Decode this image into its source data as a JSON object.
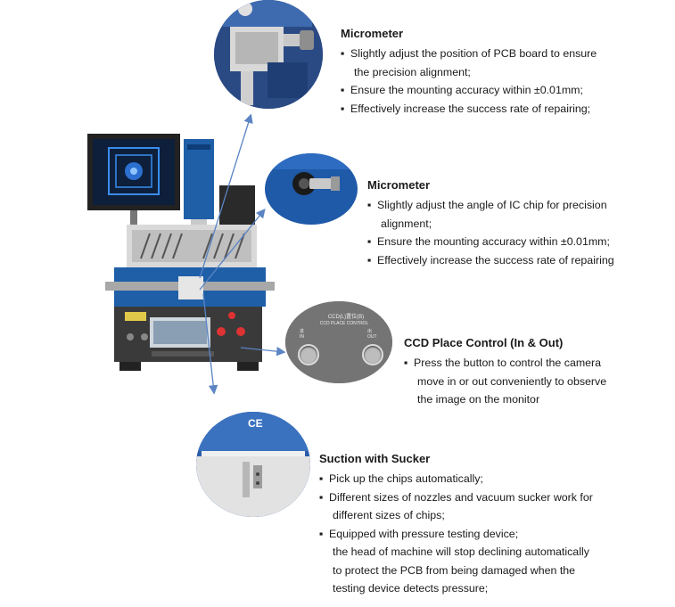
{
  "sections": [
    {
      "title": "Micrometer",
      "items": [
        {
          "bullet": "▪",
          "lines": [
            "Slightly adjust the position of PCB board to ensure",
            "the precision alignment;"
          ]
        },
        {
          "bullet": "▪",
          "lines": [
            "Ensure the mounting accuracy within  ±0.01mm;"
          ]
        },
        {
          "bullet": "▪",
          "lines": [
            "Effectively increase the success rate of repairing;"
          ]
        }
      ]
    },
    {
      "title": "Micrometer",
      "items": [
        {
          "bullet": "▪",
          "lines": [
            "Slightly adjust the angle of IC chip for precision",
            "alignment;"
          ]
        },
        {
          "bullet": "▪",
          "lines": [
            "Ensure the mounting accuracy within  ±0.01mm;"
          ]
        },
        {
          "bullet": "▪",
          "lines": [
            "Effectively increase the success rate of repairing"
          ]
        }
      ]
    },
    {
      "title": "CCD Place Control (In & Out)",
      "items": [
        {
          "bullet": "▪",
          "lines": [
            "Press the button to control the camera",
            "move in or out conveniently to observe",
            "the image on the monitor"
          ]
        }
      ]
    },
    {
      "title": "Suction with Sucker",
      "items": [
        {
          "bullet": "▪",
          "lines": [
            "Pick up the chips automatically;"
          ]
        },
        {
          "bullet": "▪",
          "lines": [
            "Different sizes of nozzles and vacuum sucker work for",
            "different sizes of chips;"
          ]
        },
        {
          "bullet": "▪",
          "lines": [
            "Equipped with pressure testing device;"
          ]
        },
        {
          "bullet": "",
          "lines": [
            "the head of machine will stop declining automatically",
            "to protect the PCB from being damaged when the",
            "testing device detects pressure;"
          ]
        }
      ]
    }
  ],
  "panel_labels": {
    "title": "CCD(L)置位(B)",
    "subtitle": "CCD PLACE CONTROL",
    "in_label": "进\nIN",
    "out_label": "出\nOUT"
  },
  "ce_mark": "CE",
  "colors": {
    "machine_blue": "#1f5fa8",
    "arrow_blue": "#5a84c4",
    "panel_dark": "#3a3a3a"
  }
}
